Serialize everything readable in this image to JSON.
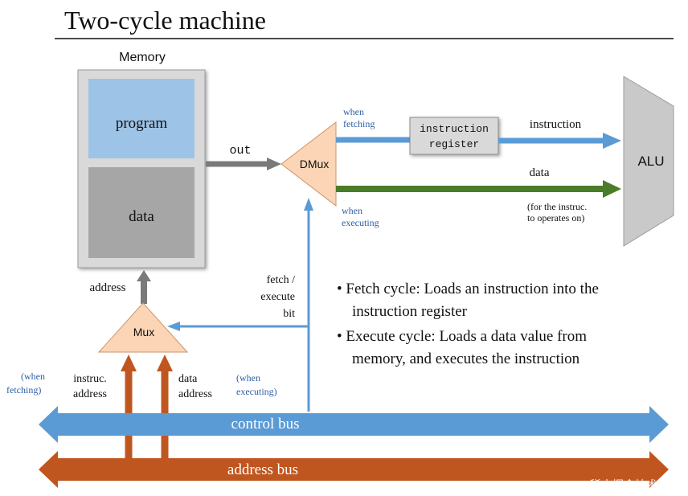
{
  "title": "Two-cycle machine",
  "memory": {
    "label": "Memory",
    "program_label": "program",
    "data_label": "data",
    "out_label": "out",
    "address_label": "address"
  },
  "dmux": {
    "label": "DMux",
    "when_fetching": [
      "when",
      "fetching"
    ],
    "when_executing": [
      "when",
      "executing"
    ]
  },
  "instruction_register": {
    "label": [
      "instruction",
      "register"
    ]
  },
  "outputs": {
    "instruction_label": "instruction",
    "data_label": "data",
    "data_note": [
      "(for the instruc.",
      "to operates on)"
    ]
  },
  "alu": {
    "label": "ALU"
  },
  "mux": {
    "label": "Mux",
    "fetch_execute_bit": [
      "fetch /",
      "execute",
      "bit"
    ],
    "instruc_address": [
      "instruc.",
      "address"
    ],
    "data_address": [
      "data",
      "address"
    ],
    "when_fetching": [
      "(when",
      "fetching)"
    ],
    "when_executing": [
      "(when",
      "executing)"
    ]
  },
  "notes": [
    [
      "• Fetch cycle: Loads an instruction into the",
      "instruction register"
    ],
    [
      "• Execute cycle: Loads a data value from",
      "memory, and executes the instruction"
    ]
  ],
  "buses": {
    "control_bus_label": "control bus",
    "address_bus_label": "address bus"
  },
  "watermark": "@稀土掘金技术社区",
  "colors": {
    "blue": "#5b9bd5",
    "green": "#4a7c2a",
    "orange": "#c0561f",
    "gray_arrow": "#7a7a7a",
    "mux_fill": "#fbd5b5",
    "alu_fill": "#c9c9c9",
    "program_fill": "#9dc3e6",
    "data_fill": "#a6a6a6",
    "memory_fill": "#d9d9d9",
    "note_blue": "#2e5fa3"
  }
}
